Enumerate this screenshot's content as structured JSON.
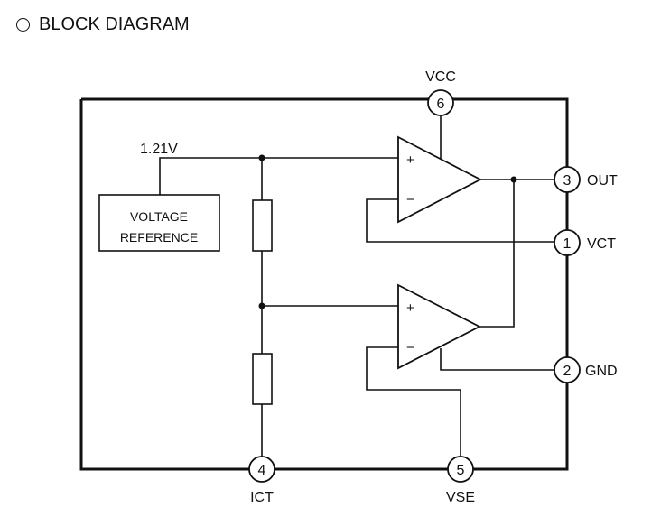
{
  "title": "BLOCK DIAGRAM",
  "reference": {
    "label_line1": "VOLTAGE",
    "label_line2": "REFERENCE",
    "voltage": "1.21V"
  },
  "opamps": [
    {
      "name": "upper",
      "plus": "+",
      "minus": "−"
    },
    {
      "name": "lower",
      "plus": "+",
      "minus": "−"
    }
  ],
  "pins": {
    "p6": {
      "number": "6",
      "label": "VCC"
    },
    "p3": {
      "number": "3",
      "label": "OUT"
    },
    "p1": {
      "number": "1",
      "label": "VCT"
    },
    "p2": {
      "number": "2",
      "label": "GND"
    },
    "p4": {
      "number": "4",
      "label": "ICT"
    },
    "p5": {
      "number": "5",
      "label": "VSE"
    }
  }
}
